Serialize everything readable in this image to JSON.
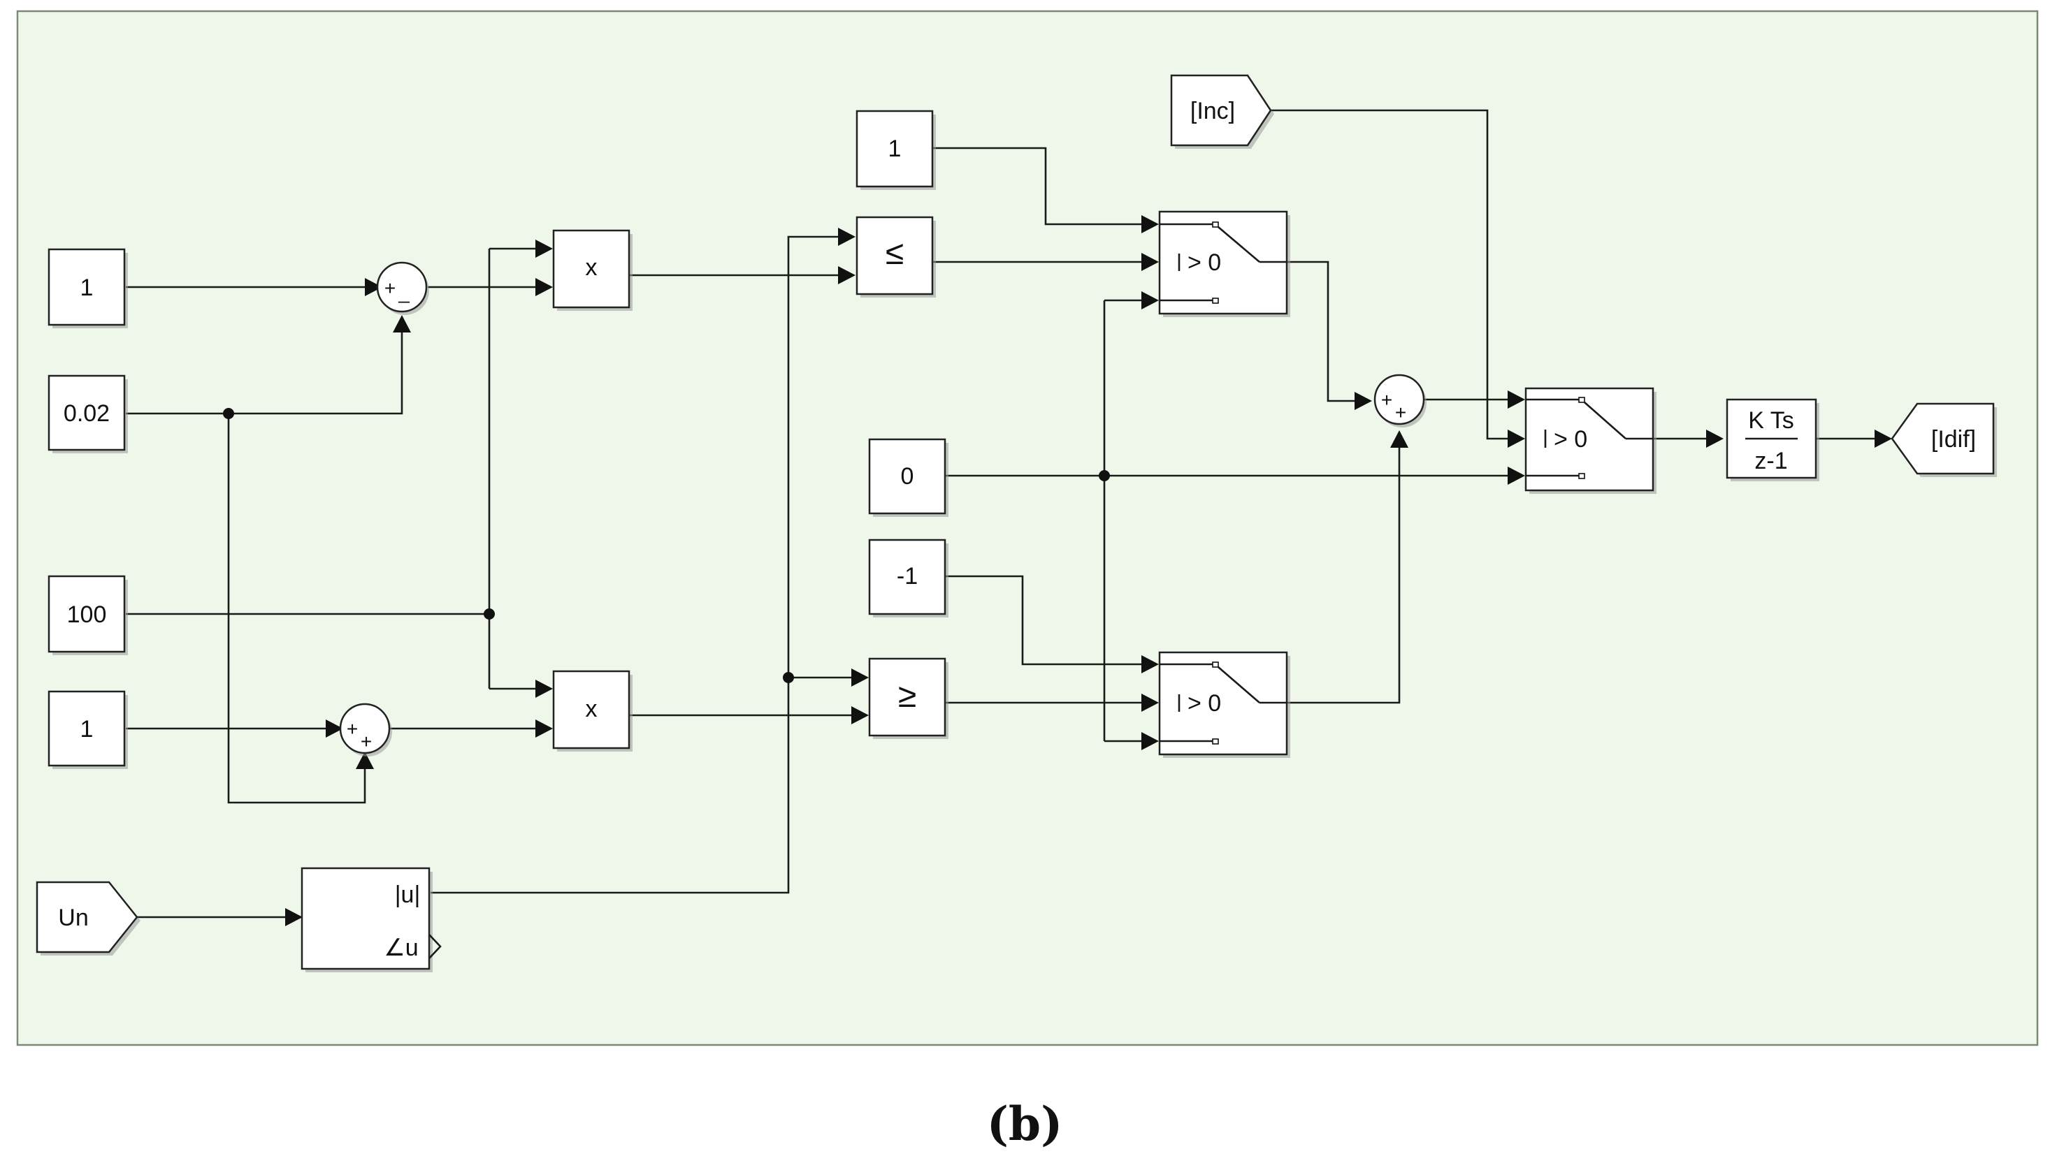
{
  "caption": "(b)",
  "colors": {
    "canvas": "#eef7ea",
    "border": "#7b8a75",
    "block": "#ffffff",
    "line": "#1a1a1a"
  },
  "blocks": {
    "const_1_top": "1",
    "const_002": "0.02",
    "const_100": "100",
    "const_1_bottom": "1",
    "goto_un": "Un",
    "abs_out": "|u|",
    "angle_out": "∠u",
    "product_top": "x",
    "product_bottom": "x",
    "compare_le": "≤",
    "compare_ge": "≥",
    "const_1_switch": "1",
    "const_0": "0",
    "const_neg1": "-1",
    "from_inc": "[Inc]",
    "switch_threshold": "> 0",
    "integrator_num": "K Ts",
    "integrator_den": "z-1",
    "goto_idif": "[Idif]"
  },
  "sum_signs": {
    "sum_top": {
      "first": "+",
      "second": "_"
    },
    "sum_bottom": {
      "first": "+",
      "second": "+"
    },
    "sum_right": {
      "first": "+",
      "second": "+"
    }
  }
}
